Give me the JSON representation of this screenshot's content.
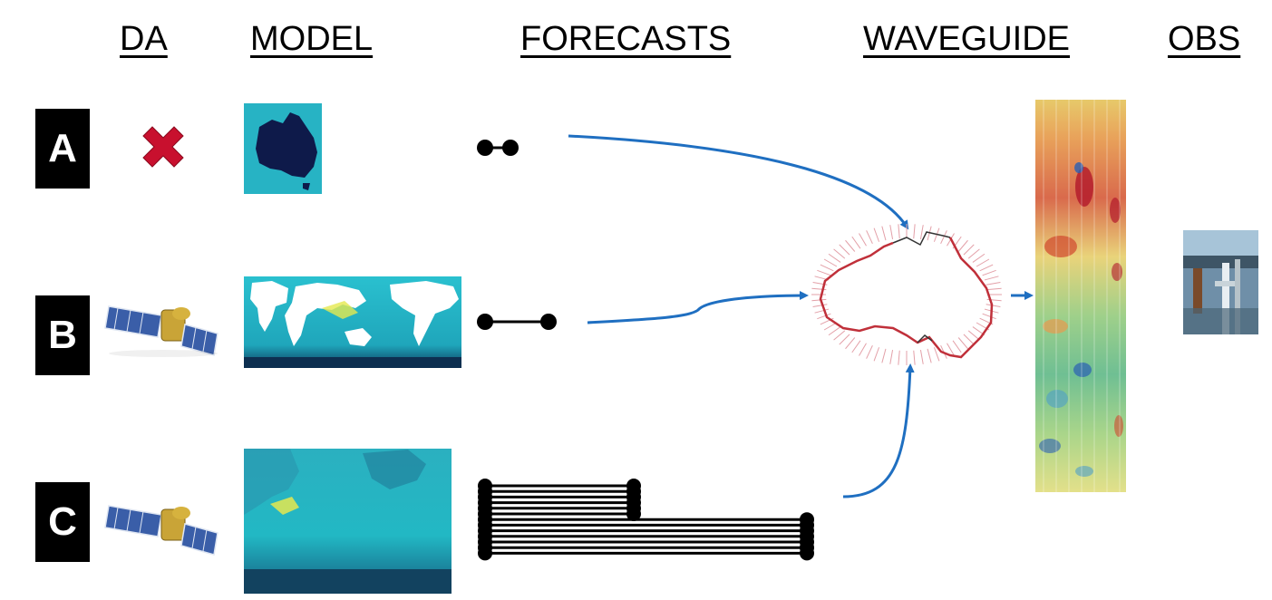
{
  "headers": {
    "da": "DA",
    "model": "MODEL",
    "forecasts": "FORECASTS",
    "waveguide": "WAVEGUIDE",
    "obs": "OBS"
  },
  "rows": [
    {
      "label": "A",
      "da_icon": "red-cross-icon",
      "model_map": "australia-regional-map"
    },
    {
      "label": "B",
      "da_icon": "satellite-icon",
      "model_map": "global-map"
    },
    {
      "label": "C",
      "da_icon": "satellite-icon",
      "model_map": "ocean-basin-map"
    }
  ],
  "colors": {
    "arrow": "#1f6fc1",
    "cross": "#c8102e",
    "coast": "#c0303a",
    "ocean": "#27b3c4",
    "land_dark": "#0e1a4a"
  }
}
